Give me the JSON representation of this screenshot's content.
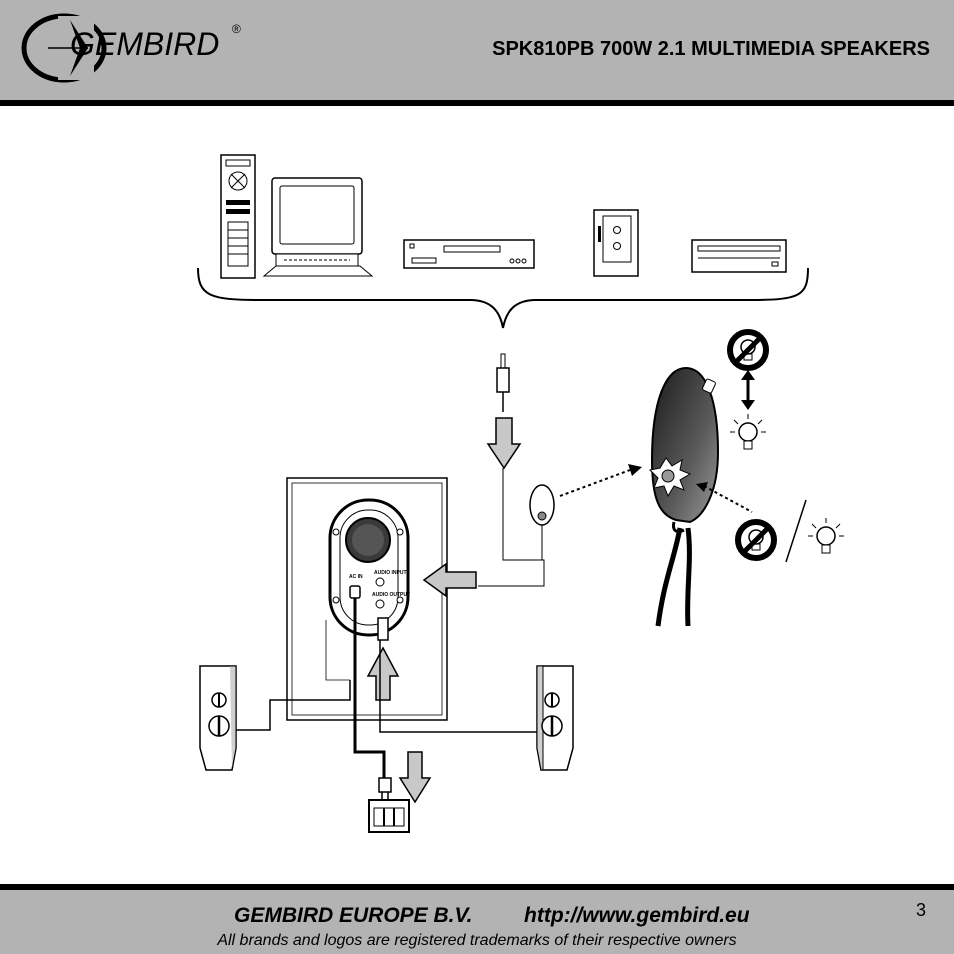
{
  "header": {
    "brand": "GEMBIRD",
    "registered_mark": "®",
    "title": "SPK810PB 700W 2.1 MULTIMEDIA SPEAKERS"
  },
  "footer": {
    "company": "GEMBIRD EUROPE B.V.",
    "url": "http://www.gembird.eu",
    "note": "All brands and logos are registered trademarks of their respective owners",
    "page_number": "3"
  },
  "diagram": {
    "labels": {
      "ac_in": "AC IN",
      "audio_input": "AUDIO INPUT",
      "audio_output": "AUDIO OUTPUT"
    },
    "icons": [
      "pc-tower-icon",
      "monitor-icon",
      "dvd-player-icon",
      "cassette-player-icon",
      "cd-player-icon",
      "remote-control-icon",
      "light-off-icon",
      "light-on-icon"
    ]
  }
}
